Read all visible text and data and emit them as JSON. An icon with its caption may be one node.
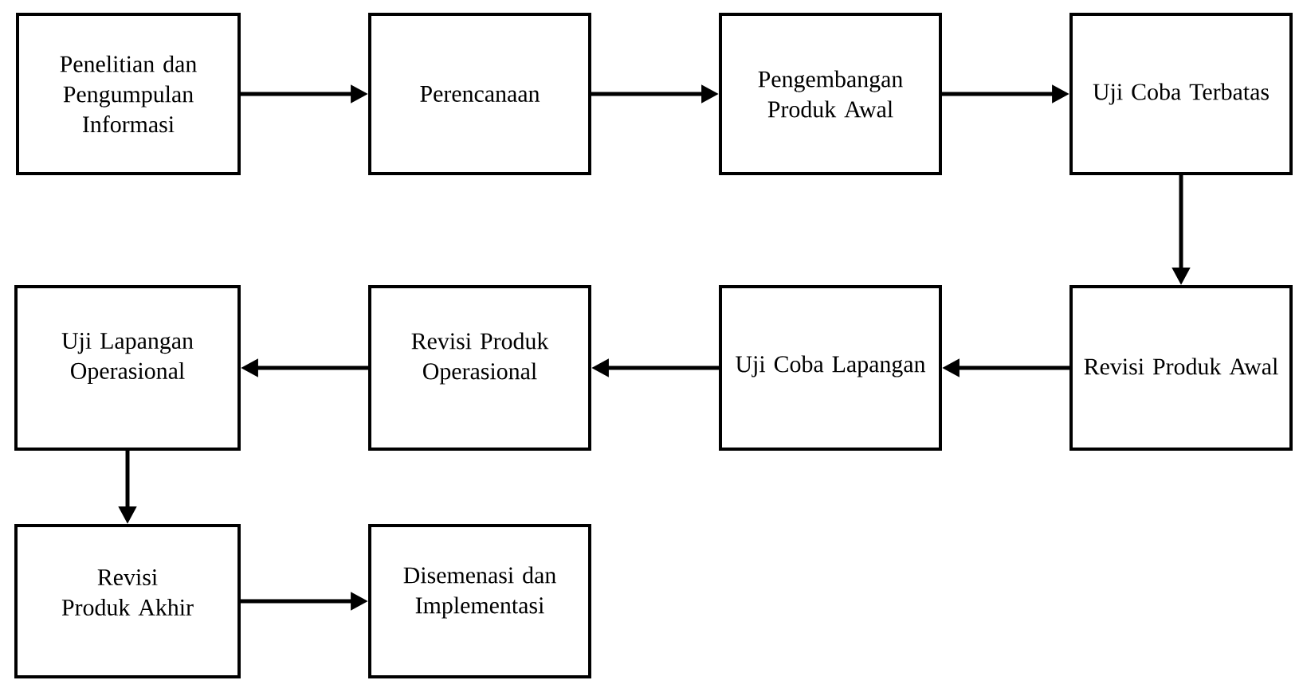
{
  "diagram": {
    "nodes": [
      {
        "text": [
          "Penelitian dan Pengumpulan Informasi"
        ]
      },
      {
        "text": [
          "Perencanaan"
        ]
      },
      {
        "text": [
          "Pengembangan Produk Awal"
        ]
      },
      {
        "text": [
          "Uji Coba Terbatas"
        ]
      },
      {
        "text": [
          "Revisi Produk Awal"
        ]
      },
      {
        "text": [
          "Uji Coba Lapangan"
        ]
      },
      {
        "text": [
          "Revisi Produk Operasional"
        ]
      },
      {
        "text": [
          "Uji Lapangan Operasional"
        ]
      },
      {
        "text": [
          "Revisi Produk Akhir"
        ]
      },
      {
        "text": [
          "Disemenasi dan Implementasi"
        ]
      }
    ],
    "edges": [
      {
        "from": 0,
        "to": 1,
        "arrow": "to"
      },
      {
        "from": 1,
        "to": 2,
        "arrow": "to"
      },
      {
        "from": 2,
        "to": 3,
        "arrow": "to"
      },
      {
        "from": 3,
        "to": 4,
        "arrow": "to"
      },
      {
        "from": 4,
        "to": 5,
        "arrow": "to"
      },
      {
        "from": 5,
        "to": 6,
        "arrow": "to"
      },
      {
        "from": 6,
        "to": 7,
        "arrow": "to"
      },
      {
        "from": 7,
        "to": 8,
        "arrow": "to"
      },
      {
        "from": 8,
        "to": 9,
        "arrow": "to"
      }
    ]
  }
}
